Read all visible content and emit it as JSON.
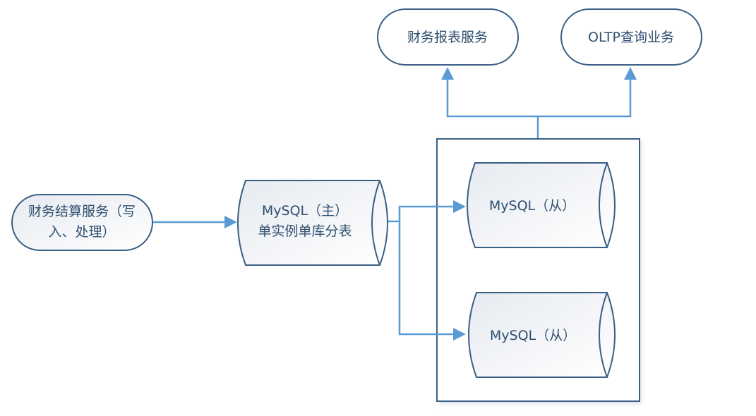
{
  "diagram": {
    "nodes": {
      "settlement": {
        "lines": [
          "财务结算服务（写",
          "入、处理）"
        ],
        "shape": "terminator"
      },
      "master": {
        "lines": [
          "MySQL（主）",
          "单实例单库分表"
        ],
        "shape": "database"
      },
      "slave1": {
        "lines": [
          "MySQL（从）"
        ],
        "shape": "database"
      },
      "slave2": {
        "lines": [
          "MySQL（从）"
        ],
        "shape": "database"
      },
      "report": {
        "lines": [
          "财务报表服务"
        ],
        "shape": "terminator"
      },
      "oltp": {
        "lines": [
          "OLTP查询业务"
        ],
        "shape": "terminator"
      }
    },
    "edges": [
      {
        "from": "settlement",
        "to": "master"
      },
      {
        "from": "master",
        "to": "slave1"
      },
      {
        "from": "master",
        "to": "slave2"
      },
      {
        "from": "slave-group",
        "to": "report"
      },
      {
        "from": "slave-group",
        "to": "oltp"
      }
    ],
    "colors": {
      "connector": "#5b9bd5",
      "outline": "#3a5f85",
      "text": "#2f4f6f"
    }
  }
}
